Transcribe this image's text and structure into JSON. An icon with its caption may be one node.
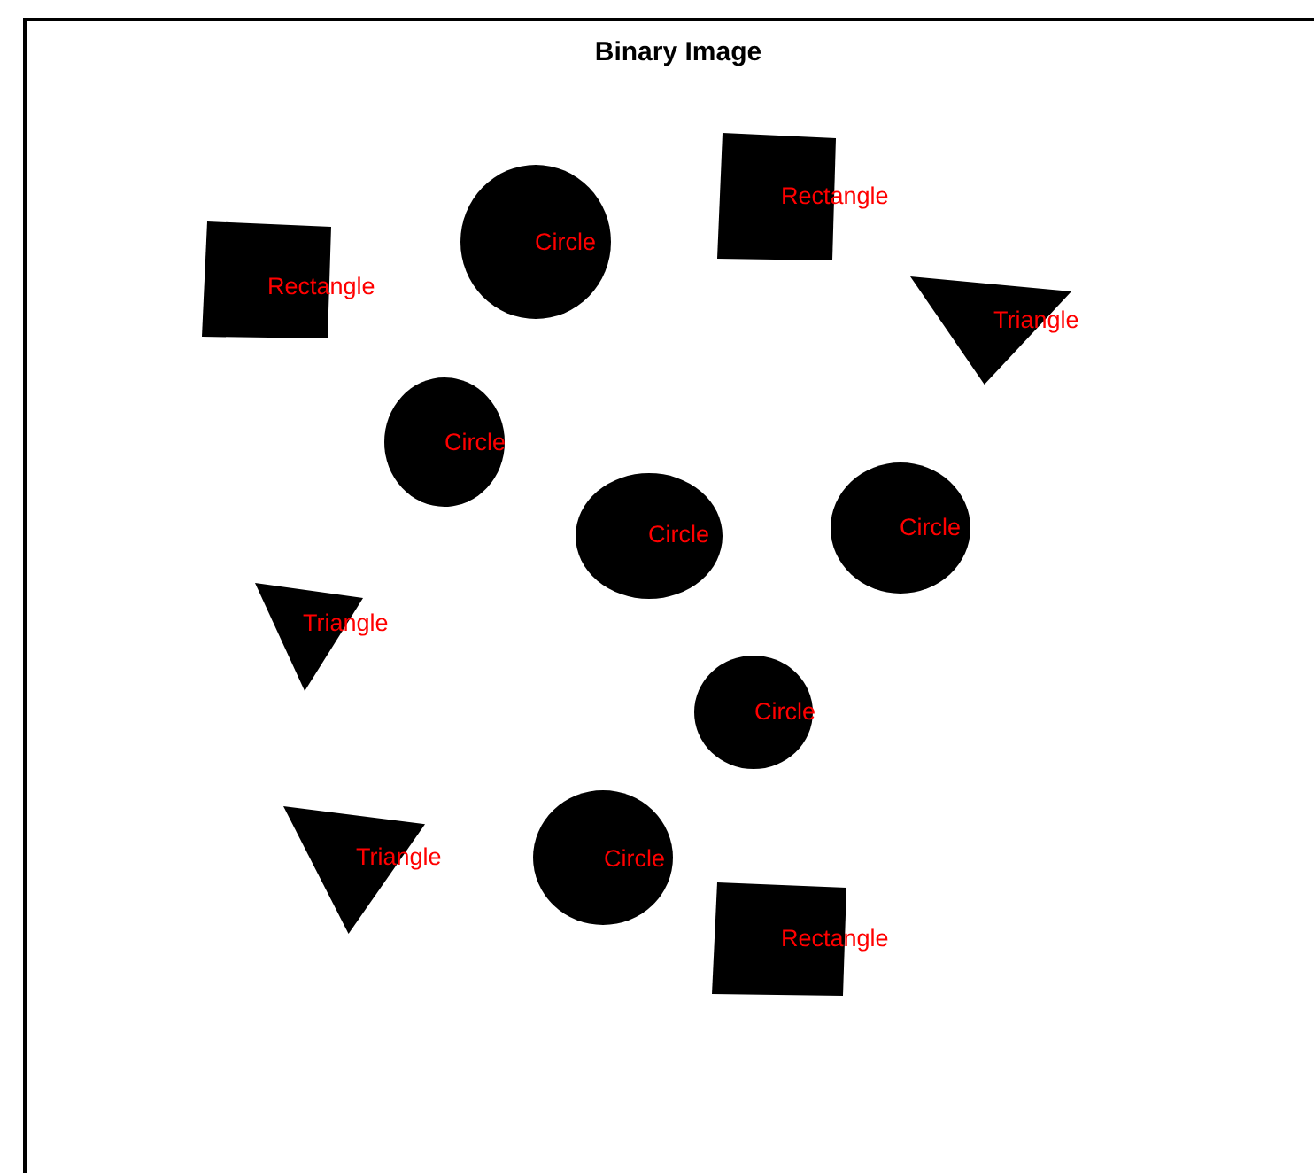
{
  "diagram": {
    "title": "Binary Image",
    "nodes": [
      {
        "text": [
          "Rectangle"
        ]
      },
      {
        "text": [
          "Circle"
        ]
      },
      {
        "text": [
          "Rectangle"
        ]
      },
      {
        "text": [
          "Triangle"
        ]
      },
      {
        "text": [
          "Circle"
        ]
      },
      {
        "text": [
          "Circle"
        ]
      },
      {
        "text": [
          "Circle"
        ]
      },
      {
        "text": [
          "Triangle"
        ]
      },
      {
        "text": [
          "Circle"
        ]
      },
      {
        "text": [
          "Circle"
        ]
      },
      {
        "text": [
          "Triangle"
        ]
      },
      {
        "text": [
          "Rectangle"
        ]
      }
    ]
  }
}
